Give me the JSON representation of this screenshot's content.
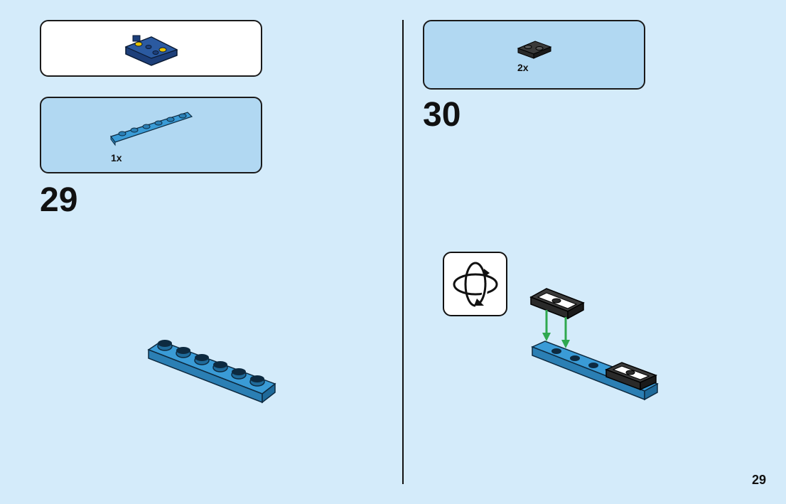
{
  "left_panel": {
    "submodel_box": {
      "icon": "dark-blue-assembly-icon"
    },
    "parts_box": {
      "quantity": "1x",
      "icon": "blue-1x6-plate-icon"
    },
    "step_number": "29"
  },
  "right_panel": {
    "parts_box": {
      "quantity": "2x",
      "icon": "black-1x2-plate-icon"
    },
    "step_number": "30",
    "rotate_icon": "rotate-model-icon"
  },
  "page_number": "29",
  "colors": {
    "background": "#d4ebfa",
    "parts_box": "#b1d8f2",
    "brick_blue": "#3a9bd6",
    "brick_dark_blue": "#1d3f7a",
    "brick_black": "#2a2a2a",
    "arrow_green": "#2fa84f"
  }
}
